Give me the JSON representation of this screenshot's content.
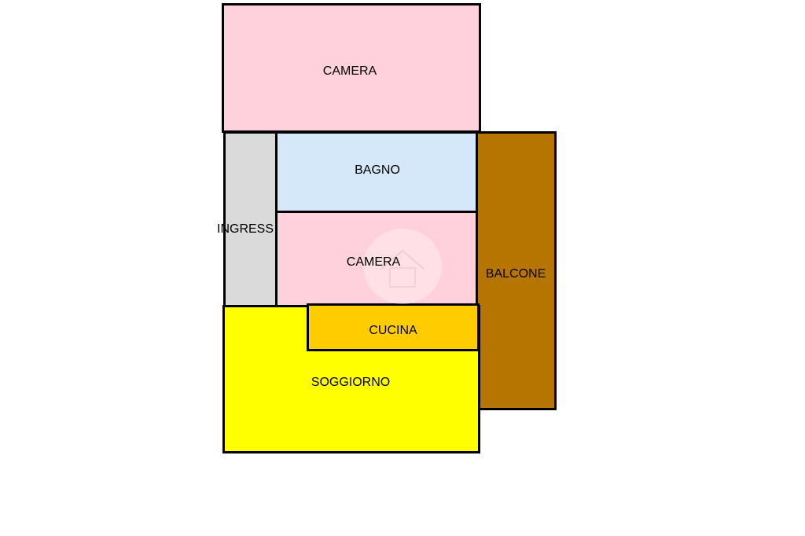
{
  "floorplan": {
    "rooms": {
      "camera_top": {
        "label": "CAMERA",
        "color": "#FFD1DC"
      },
      "ingresso": {
        "label": "INGRESS",
        "color": "#DADADA"
      },
      "bagno": {
        "label": "BAGNO",
        "color": "#D4E8FA"
      },
      "camera_middle": {
        "label": "CAMERA",
        "color": "#FFD1DC"
      },
      "balcone": {
        "label": "BALCONE",
        "color": "#B57500"
      },
      "cucina": {
        "label": "CUCINA",
        "color": "#FFCC00"
      },
      "soggiorno": {
        "label": "SOGGIORNO",
        "color": "#FFFF00"
      }
    },
    "wall_color": "#000000",
    "background_color": "#FFFFFF"
  }
}
